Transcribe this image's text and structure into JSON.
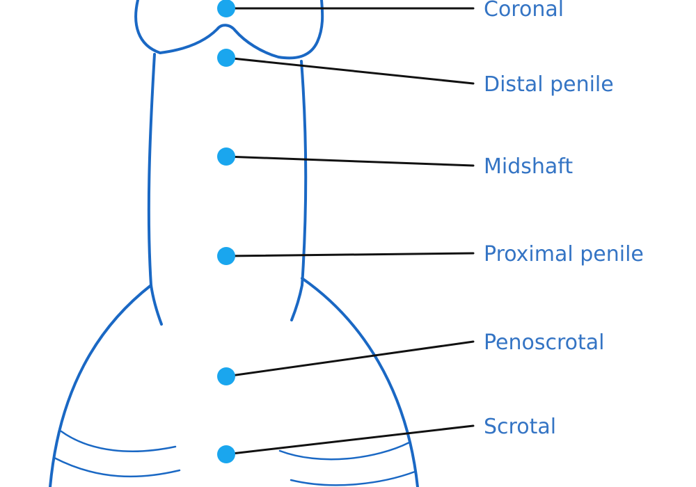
{
  "colors": {
    "outline": "#1a68c4",
    "marker": "#1aa6ee",
    "leader": "#111111",
    "label_text": "#3474c4"
  },
  "labels": [
    {
      "id": "coronal",
      "text": "Coronal"
    },
    {
      "id": "distal-penile",
      "text": "Distal penile"
    },
    {
      "id": "midshaft",
      "text": "Midshaft"
    },
    {
      "id": "proximal-penile",
      "text": "Proximal penile"
    },
    {
      "id": "penoscrotal",
      "text": "Penoscrotal"
    },
    {
      "id": "scrotal",
      "text": "Scrotal"
    }
  ]
}
